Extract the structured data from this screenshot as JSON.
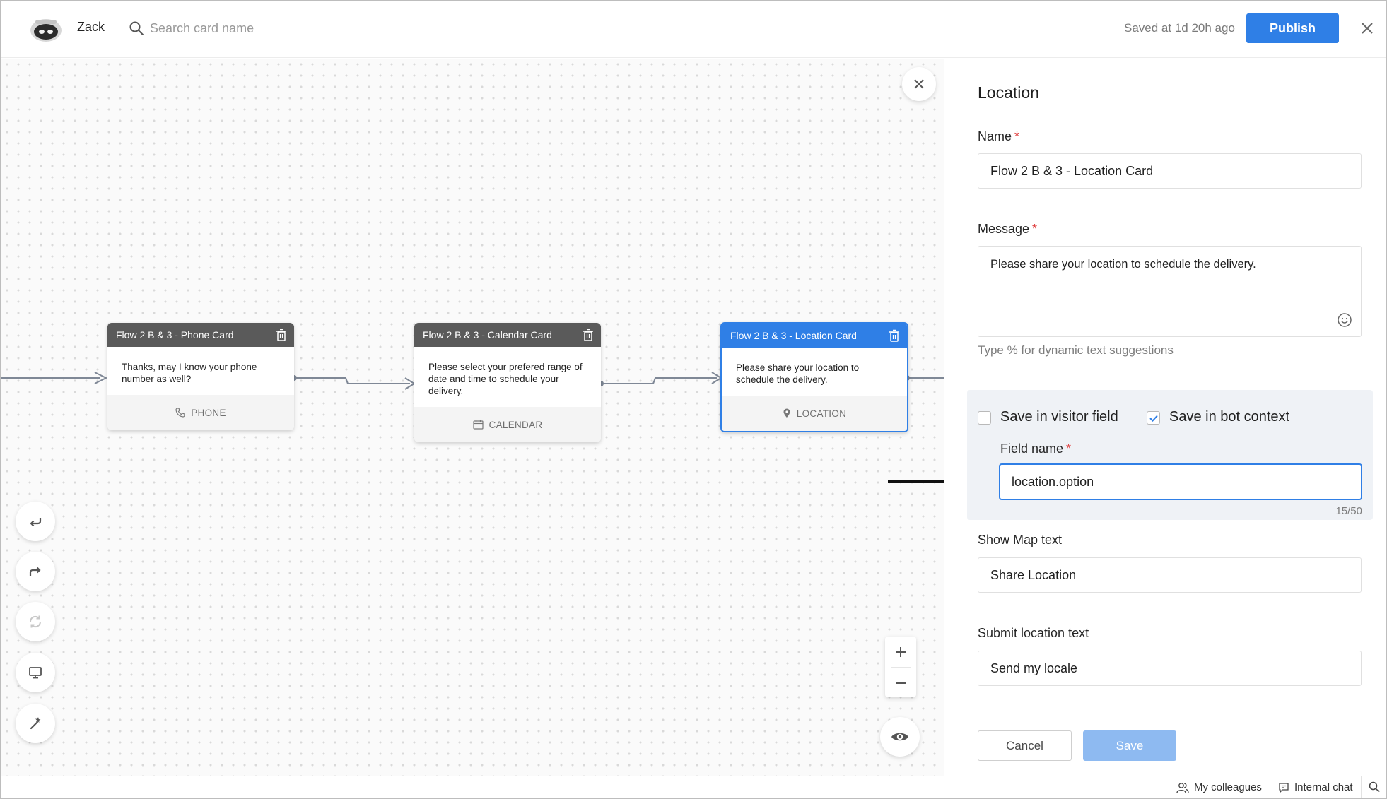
{
  "header": {
    "bot_name": "Zack",
    "search_placeholder": "Search card name",
    "saved_text": "Saved at 1d 20h ago",
    "publish_label": "Publish"
  },
  "canvas": {
    "cards": [
      {
        "title": "Flow 2 B & 3 - Phone Card",
        "body": "Thanks, may I know your phone number as well?",
        "type": "PHONE"
      },
      {
        "title": "Flow 2 B & 3 - Calendar Card",
        "body": "Please select your prefered range of date and time to schedule your delivery.",
        "type": "CALENDAR"
      },
      {
        "title": "Flow 2 B & 3 - Location Card",
        "body": "Please share your location to schedule the delivery.",
        "type": "LOCATION"
      }
    ],
    "tools": [
      "undo-icon",
      "redo-icon",
      "refresh-icon",
      "monitor-icon",
      "magic-wand-icon"
    ]
  },
  "panel": {
    "title": "Location",
    "name_label": "Name",
    "name_value": "Flow 2 B & 3 - Location Card",
    "message_label": "Message",
    "message_value": "Please share your location to schedule the delivery.",
    "message_hint": "Type % for dynamic text suggestions",
    "save_visitor_label": "Save in visitor field",
    "save_visitor_checked": false,
    "save_bot_label": "Save in bot context",
    "save_bot_checked": true,
    "field_name_label": "Field name",
    "field_name_value": "location.option",
    "field_name_counter": "15/50",
    "show_map_label": "Show Map text",
    "show_map_value": "Share Location",
    "submit_label": "Submit location text",
    "submit_value": "Send my locale",
    "cancel_label": "Cancel",
    "save_label": "Save"
  },
  "bottom_bar": {
    "colleagues": "My colleagues",
    "internal_chat": "Internal chat"
  },
  "colors": {
    "accent": "#2f7fe6",
    "card_header": "#5a5a5a",
    "required": "#e04444",
    "save_disabled": "#8ebaf1"
  }
}
